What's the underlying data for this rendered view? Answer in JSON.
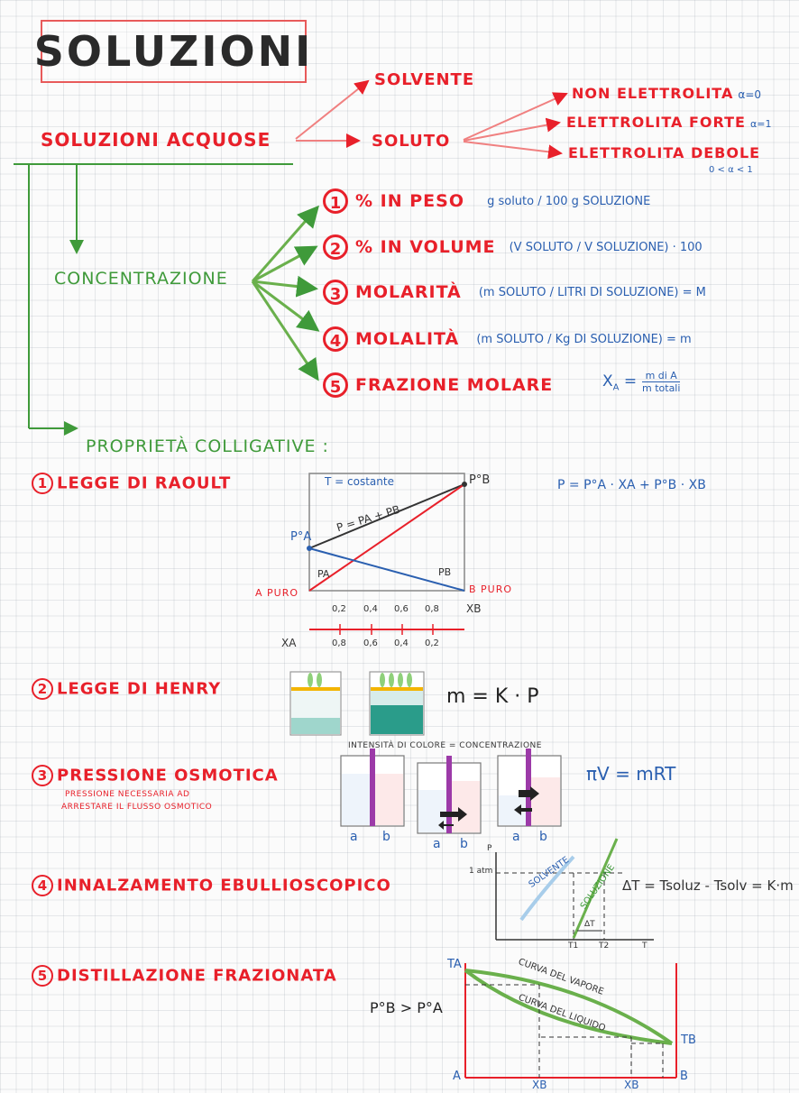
{
  "title": "SOLUZIONI",
  "top": {
    "root": "SOLUZIONI ACQUOSE",
    "solvente": "SOLVENTE",
    "soluto": "SOLUTO",
    "electrolytes": [
      {
        "label": "NON ELETTROLITA",
        "note": "α=0"
      },
      {
        "label": "ELETTROLITA FORTE",
        "note": "α=1"
      },
      {
        "label": "ELETTROLITA DEBOLE",
        "note": ""
      }
    ],
    "weak_note": "0 < α < 1"
  },
  "concentrazione": {
    "label": "CONCENTRAZIONE",
    "items": [
      {
        "num": "1",
        "label": "% IN PESO",
        "formula": "g soluto / 100 g SOLUZIONE"
      },
      {
        "num": "2",
        "label": "% IN VOLUME",
        "formula": "(V SOLUTO / V SOLUZIONE) · 100"
      },
      {
        "num": "3",
        "label": "MOLARITÀ",
        "formula": "(m SOLUTO / LITRI DI SOLUZIONE) = M"
      },
      {
        "num": "4",
        "label": "MOLALITÀ",
        "formula": "(m SOLUTO / Kg DI SOLUZIONE) = m"
      },
      {
        "num": "5",
        "label": "FRAZIONE MOLARE",
        "formula_lhs": "X",
        "formula_sub": "A",
        "formula_num": "m di A",
        "formula_den": "m totali"
      }
    ]
  },
  "proprieta": {
    "label": "PROPRIETÀ COLLIGATIVE :",
    "sections": [
      {
        "num": "1",
        "label": "LEGGE DI RAOULT"
      },
      {
        "num": "2",
        "label": "LEGGE DI HENRY"
      },
      {
        "num": "3",
        "label": "PRESSIONE OSMOTICA"
      },
      {
        "num": "4",
        "label": "INNALZAMENTO EBULLIOSCOPICO"
      },
      {
        "num": "5",
        "label": "DISTILLAZIONE FRAZIONATA"
      }
    ]
  },
  "raoult": {
    "tlabel": "T = costante",
    "eq_line": "P = PA + PB",
    "pa0": "P°A",
    "pb0": "P°B",
    "pa": "PA",
    "pb": "PB",
    "a_puro": "A PURO",
    "b_puro": "B PURO",
    "xb": "XB",
    "xa": "XA",
    "xb_ticks": [
      "0,2",
      "0,4",
      "0,6",
      "0,8"
    ],
    "xa_ticks": [
      "0,8",
      "0,6",
      "0,4",
      "0,2"
    ],
    "formula": "P = P°A · XA + P°B · XB"
  },
  "henry": {
    "formula": "m = K · P",
    "caption": "INTENSITÀ DI COLORE = CONCENTRAZIONE"
  },
  "osmotica": {
    "desc1": "PRESSIONE NECESSARIA AD",
    "desc2": "ARRESTARE IL FLUSSO OSMOTICO",
    "formula": "πV = mRT",
    "a": "a",
    "b": "b"
  },
  "ebullio": {
    "formula": "ΔT = Tsoluz - Tsolv = K·m",
    "solvente": "SOLVENTE",
    "soluzione": "SOLUZIONE",
    "y_tick": "1 atm",
    "p": "P",
    "t": "T",
    "t1": "T1",
    "t2": "T2",
    "dt": "ΔT"
  },
  "distillazione": {
    "inequality": "P°B > P°A",
    "vapore": "CURVA DEL VAPORE",
    "liquido": "CURVA DEL LIQUIDO",
    "ta": "TA",
    "tb": "TB",
    "a": "A",
    "b": "B",
    "xb1": "XB",
    "xb2": "XB"
  },
  "colors": {
    "red": "#e8202a",
    "green": "#3f9a3a",
    "blue": "#2a5fb0",
    "purple": "#9c3aa8"
  }
}
